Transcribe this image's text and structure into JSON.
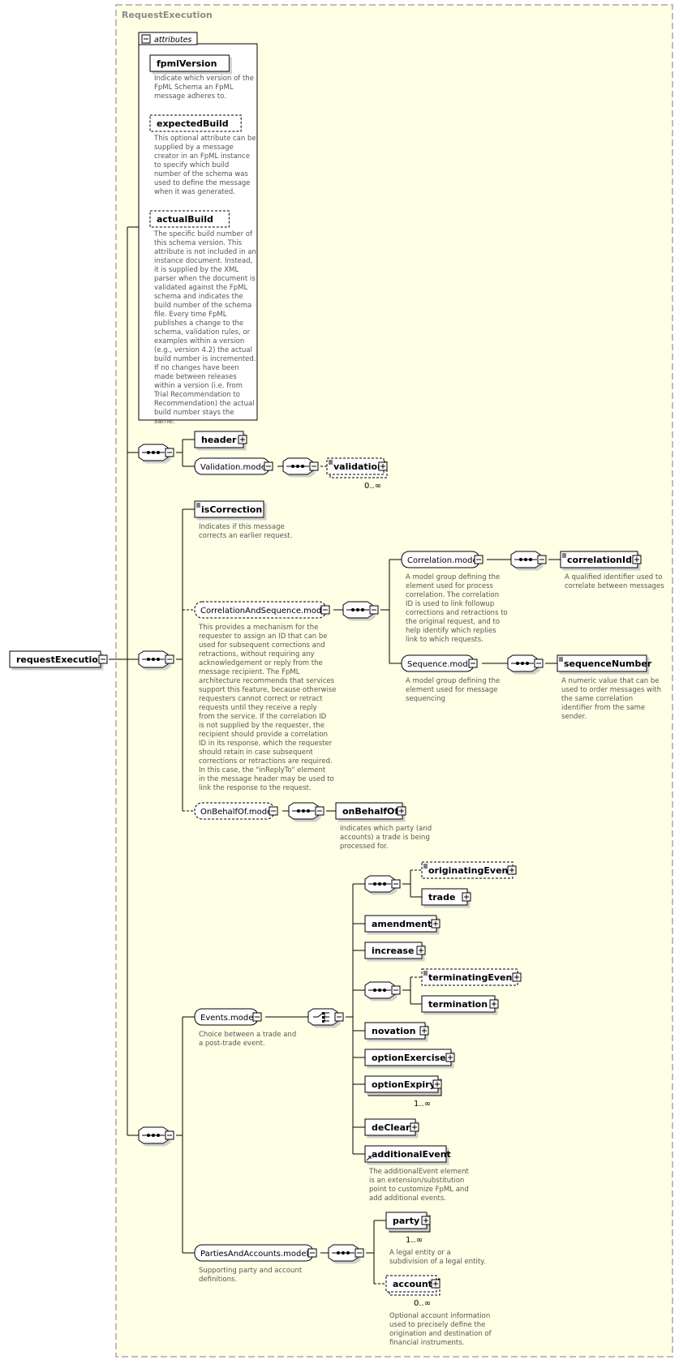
{
  "outer_title": "RequestExecution",
  "root": {
    "label": "requestExecution"
  },
  "attributes": {
    "header": "attributes",
    "items": [
      {
        "label": "fpmlVersion",
        "optional": false,
        "desc": [
          "Indicate which version of the",
          "FpML Schema an FpML",
          "message adheres to."
        ]
      },
      {
        "label": "expectedBuild",
        "optional": true,
        "desc": [
          "This optional attribute can be",
          "supplied by a message",
          "creator in an FpML instance",
          "to specify which build",
          "number of the schema was",
          "used to define the message",
          "when it was generated."
        ]
      },
      {
        "label": "actualBuild",
        "optional": true,
        "desc": [
          "The specific build number of",
          "this schema version. This",
          "attribute is not included in an",
          "instance document. Instead,",
          "it is supplied by the XML",
          "parser when the document is",
          "validated against the FpML",
          "schema and indicates the",
          "build number of the schema",
          "file. Every time FpML",
          "publishes a change to the",
          "schema, validation rules, or",
          "examples within a version",
          "(e.g., version 4.2) the actual",
          "build number is incremented.",
          "If no changes have been",
          "made between releases",
          "within a version (i.e. from",
          "Trial Recommendation to",
          "Recommendation) the actual",
          "build number stays the",
          "same."
        ]
      }
    ]
  },
  "elements": {
    "header": "header",
    "validation_model": "Validation.model",
    "validation": "validation",
    "validation_card": "0..∞",
    "isCorrection": "isCorrection",
    "isCorrection_desc": [
      "Indicates if this message",
      "corrects an earlier request."
    ],
    "cas_model": "CorrelationAndSequence.model",
    "cas_desc": [
      "This provides a mechanism for the",
      "requester to assign an ID that can be",
      "used for subsequent corrections and",
      "retractions, without requiring any",
      "acknowledgement or reply from the",
      "message recipient. The FpML",
      "architecture recommends that services",
      "support this feature, because otherwise",
      "requesters cannot correct or retract",
      "requests until they receive a reply",
      "from the service. If the correlation ID",
      "is not supplied by the requester, the",
      "recipient should provide a correlation",
      "ID in its response, which the requester",
      "should retain in case subsequent",
      "corrections or retractions are required.",
      "In this case, the \"inReplyTo\" element",
      "in the message header may be used to",
      "link the response to the request."
    ],
    "correlation_model": "Correlation.model",
    "correlation_desc": [
      "A model group defining the",
      "element used for process",
      "correlation. The correlation",
      "ID is used to link followup",
      "corrections and retractions to",
      "the original request, and to",
      "help identify which replies",
      "link to which requests."
    ],
    "correlationId": "correlationId",
    "correlationId_desc": [
      "A qualified identifier used to",
      "correlate between messages"
    ],
    "sequence_model": "Sequence.model",
    "sequence_desc": [
      "A model group defining the",
      "element used for message",
      "sequencing"
    ],
    "sequenceNumber": "sequenceNumber",
    "sequenceNumber_desc": [
      "A numeric value that can be",
      "used to order messages with",
      "the same correlation",
      "identifier from the same",
      "sender."
    ],
    "obo_model": "OnBehalfOf.model",
    "onBehalfOf": "onBehalfOf",
    "onBehalfOf_desc": [
      "Indicates which party (and",
      "accounts) a trade is being",
      "processed for."
    ],
    "events_model": "Events.model",
    "events_desc": [
      "Choice between a trade and",
      "a post-trade event."
    ],
    "originatingEvent": "originatingEvent",
    "trade": "trade",
    "amendment": "amendment",
    "increase": "increase",
    "terminatingEvent": "terminatingEvent",
    "termination": "termination",
    "novation": "novation",
    "optionExercise": "optionExercise",
    "optionExpiry": "optionExpiry",
    "optionExpiry_card": "1..∞",
    "deClear": "deClear",
    "additionalEvent": "additionalEvent",
    "additionalEvent_desc": [
      "The additionalEvent element",
      "is an extension/substitution",
      "point to customize FpML and",
      "add additional events."
    ],
    "paa_model": "PartiesAndAccounts.model",
    "paa_desc": [
      "Supporting party and account",
      "definitions."
    ],
    "party": "party",
    "party_card": "1..∞",
    "party_desc": [
      "A legal entity or a",
      "subdivision of a legal entity."
    ],
    "account": "account",
    "account_card": "0..∞",
    "account_desc": [
      "Optional account information",
      "used to precisely define the",
      "origination and destination of",
      "financial instruments."
    ]
  },
  "colors": {
    "panel_fill": "#ffffe6",
    "panel_border": "#a8a8a8",
    "title_text": "#8a8a8a",
    "desc_text": "#555555",
    "line": "#000000"
  }
}
